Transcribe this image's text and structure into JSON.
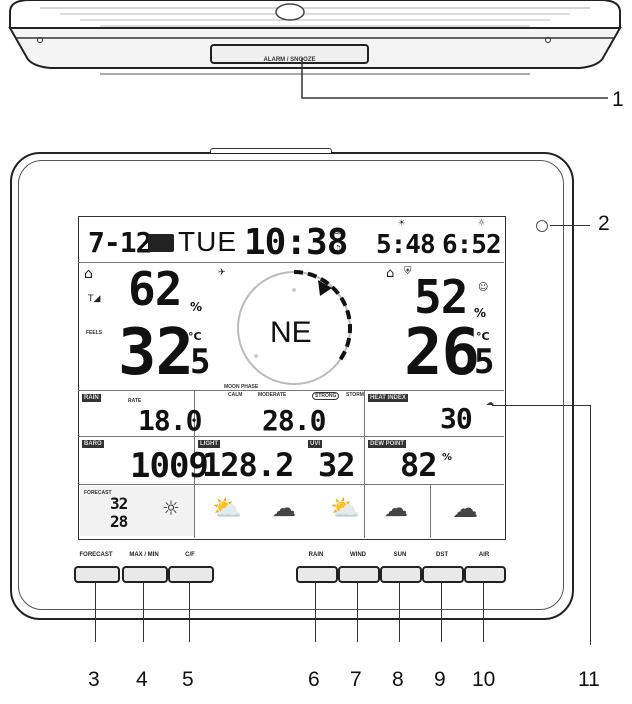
{
  "top_unit": {
    "button_label": "ALARM / SNOOZE"
  },
  "lcd": {
    "date": "7-12",
    "day": "TUE",
    "clock": "10:38",
    "sunrise": "5:48",
    "sunset": "6:52",
    "outdoor_humidity": "62",
    "outdoor_temp_int": "32",
    "outdoor_temp_dec": "5",
    "feels_label": "FEELS",
    "indoor_humidity": "52",
    "indoor_temp_int": "26",
    "indoor_temp_dec": "5",
    "percent_unit": "%",
    "celsius_unit": "°C",
    "wind_direction": "NE",
    "moon_phase_label": "MOON PHASE",
    "rain_label": "RAIN",
    "rate_label": "RATE",
    "rain_value": "18.0",
    "gust_scale": [
      "CALM",
      "MODERATE",
      "STRONG",
      "STORM"
    ],
    "wind_speed": "28.0",
    "heat_index_label": "HEAT INDEX",
    "heat_index_value": "30",
    "baro_label": "BARO",
    "baro_value": "1009",
    "light_label": "LIGHT",
    "light_value": "128.2",
    "uvi_label": "UVI",
    "uvi_value": "32",
    "dew_point_label": "DEW POINT",
    "dew_point_value": "82",
    "forecast_label": "FORECAST",
    "forecast_high": "32",
    "forecast_low": "28"
  },
  "buttons": [
    {
      "label": "FORECAST"
    },
    {
      "label": "MAX / MIN"
    },
    {
      "label": "C/F"
    },
    {
      "label": "RAIN"
    },
    {
      "label": "WIND"
    },
    {
      "label": "SUN"
    },
    {
      "label": "DST"
    },
    {
      "label": "AIR"
    }
  ],
  "callouts": [
    "1",
    "2",
    "3",
    "4",
    "5",
    "6",
    "7",
    "8",
    "9",
    "10",
    "11"
  ]
}
